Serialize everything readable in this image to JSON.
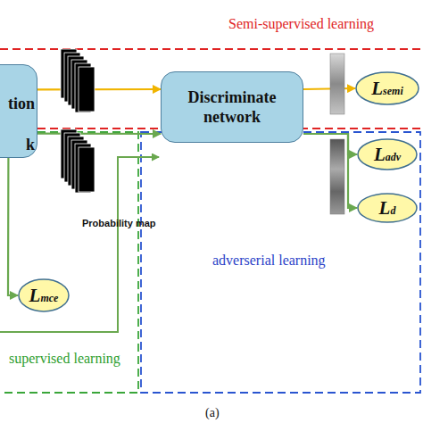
{
  "diagram": {
    "caption": "(a)",
    "nodes": [
      {
        "text": [
          "tion k"
        ]
      },
      {
        "text": [
          "Discriminate network"
        ]
      },
      {
        "text": [
          "Lsemi"
        ]
      },
      {
        "text": [
          "Ladv"
        ]
      },
      {
        "text": [
          "Ld"
        ]
      },
      {
        "text": [
          "Lmce"
        ]
      }
    ],
    "edges": [
      {
        "from": 0,
        "to": 1,
        "arrow": "to"
      },
      {
        "from": 0,
        "to": 1,
        "arrow": "to"
      },
      {
        "from": 1,
        "to": 2,
        "arrow": "to"
      },
      {
        "from": 1,
        "to": 3,
        "arrow": "to"
      },
      {
        "from": 1,
        "to": 4,
        "arrow": "to"
      },
      {
        "from": 0,
        "to": 5,
        "arrow": "to"
      }
    ],
    "labels": [
      "Semi-supervised learning",
      "Probability map",
      "adverserial learning",
      "supervised learning"
    ]
  }
}
